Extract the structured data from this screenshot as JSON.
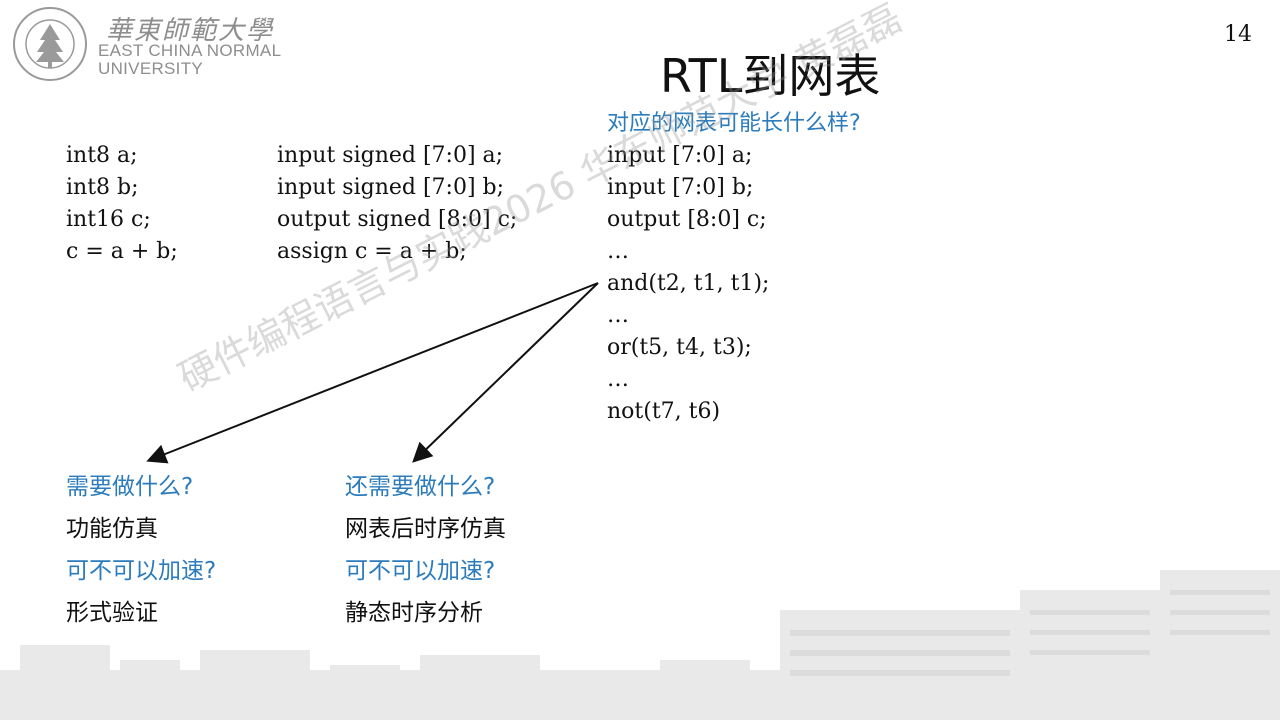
{
  "logo": {
    "chinese_name": "華東師範大學",
    "english_line1": "EAST CHINA NORMAL",
    "english_line2": "UNIVERSITY",
    "seal_icon": "ecnu-seal-icon"
  },
  "page_number": "14",
  "title": "RTL到网表",
  "columns": {
    "c_style": [
      "int8 a;",
      "int8 b;",
      "int16 c;",
      "c = a + b;"
    ],
    "verilog": [
      "input signed [7:0] a;",
      "input signed [7:0] b;",
      "output signed [8:0] c;",
      "assign c = a + b;"
    ],
    "netlist_heading": "对应的网表可能长什么样?",
    "netlist": [
      "input [7:0] a;",
      "input [7:0] b;",
      "output [8:0] c;",
      "…",
      "and(t2, t1, t1);",
      "…",
      "or(t5, t4, t3);",
      "…",
      "not(t7, t6)"
    ]
  },
  "left_block": {
    "q1": "需要做什么?",
    "a1": "功能仿真",
    "q2": "可不可以加速?",
    "a2": "形式验证"
  },
  "right_block": {
    "q1": "还需要做什么?",
    "a1": "网表后时序仿真",
    "q2": "可不可以加速?",
    "a2": "静态时序分析"
  },
  "watermark": "硬件编程语言与实践2026 华东师范大学 黄磊磊",
  "colors": {
    "accent_blue": "#2b7bbd",
    "text": "#111111",
    "logo_gray": "#8e8e8e"
  }
}
